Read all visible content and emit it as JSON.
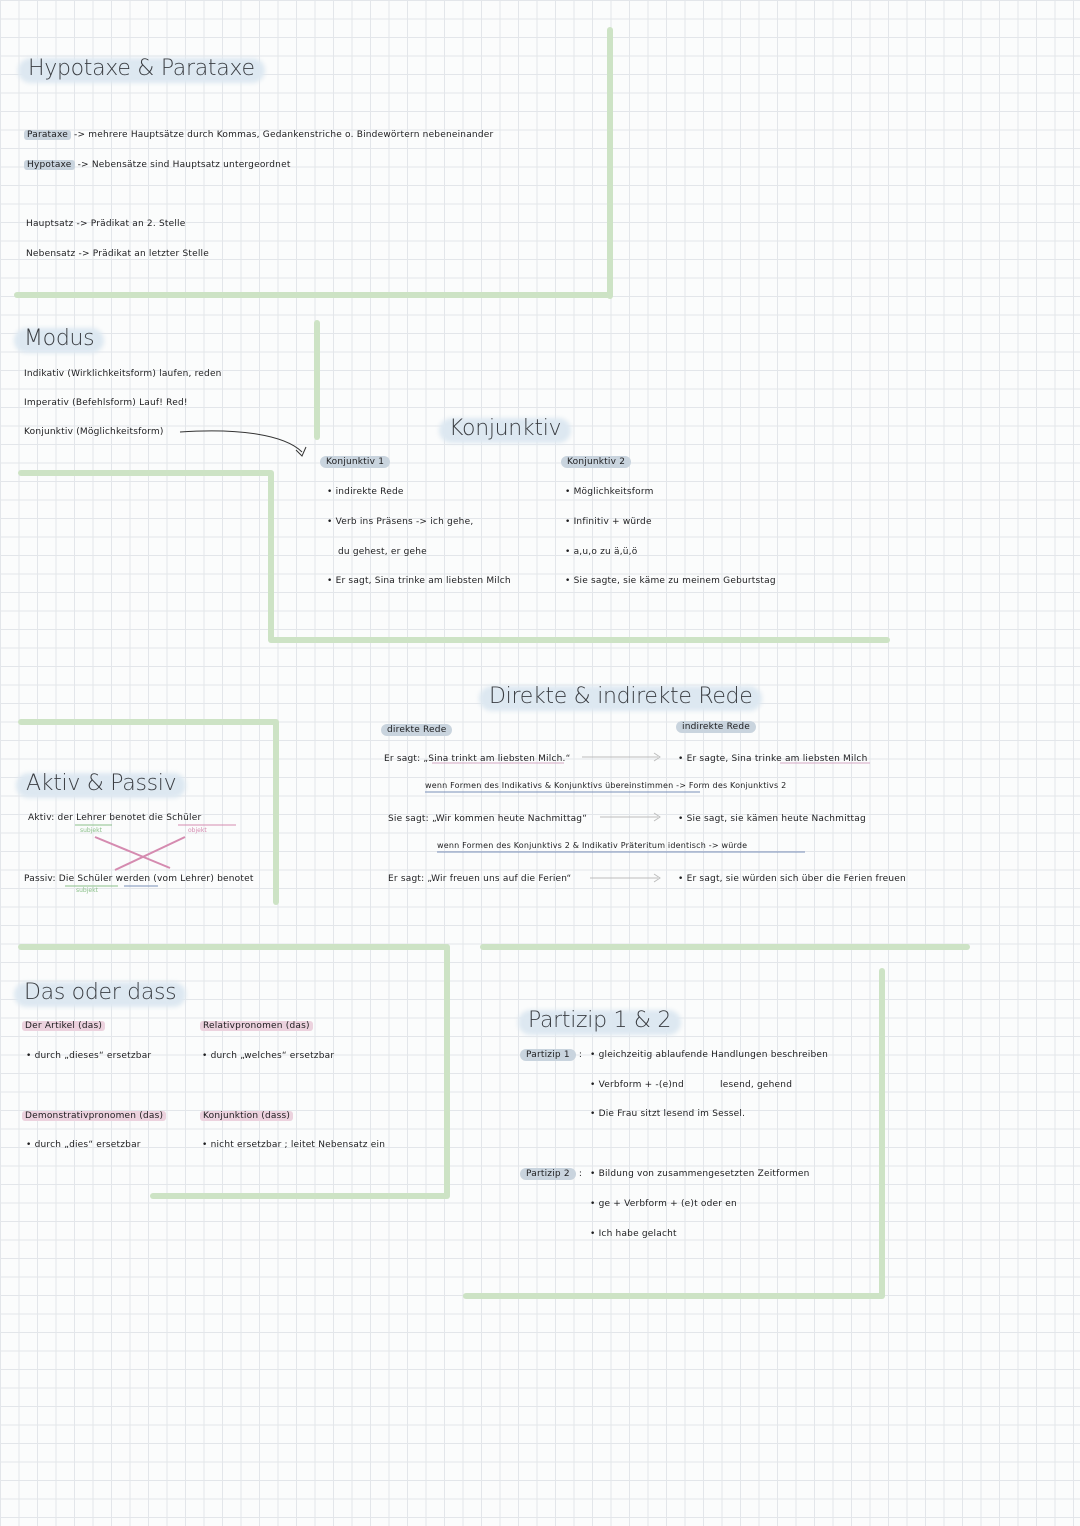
{
  "hypotaxe": {
    "title": "Hypotaxe & Parataxe",
    "parataxe_term": "Parataxe",
    "parataxe_text": "-> mehrere Hauptsätze durch Kommas, Gedankenstriche o. Bindewörtern nebeneinander",
    "hypotaxe_term": "Hypotaxe",
    "hypotaxe_text": "-> Nebensätze sind Hauptsatz untergeordnet",
    "hauptsatz": "Hauptsatz -> Prädikat an 2. Stelle",
    "nebensatz": "Nebensatz -> Prädikat an letzter Stelle"
  },
  "modus": {
    "title": "Modus",
    "indikativ": "Indikativ (Wirklichkeitsform) laufen, reden",
    "imperativ": "Imperativ (Befehlsform) Lauf! Red!",
    "konjunktiv": "Konjunktiv (Möglichkeitsform)"
  },
  "konjunktiv": {
    "title": "Konjunktiv",
    "k1_label": "Konjunktiv 1",
    "k1_items": [
      "indirekte Rede",
      "Verb ins Präsens -> ich gehe,",
      "du gehest, er gehe",
      "Er sagt, Sina trinke am liebsten Milch"
    ],
    "k2_label": "Konjunktiv 2",
    "k2_items": [
      "Möglichkeitsform",
      "Infinitiv + würde",
      "a,u,o zu ä,ü,ö",
      "Sie sagte, sie käme zu meinem Geburtstag"
    ]
  },
  "rede": {
    "title": "Direkte & indirekte Rede",
    "direkt_label": "direkte Rede",
    "indirekt_label": "indirekte Rede",
    "d1": "Er sagt: „Sina trinkt am liebsten Milch.“",
    "i1": "Er sagte, Sina trinke am liebsten Milch",
    "note1": "wenn Formen des Indikativs & Konjunktivs übereinstimmen -> Form des Konjunktivs 2",
    "d2": "Sie sagt: „Wir kommen heute Nachmittag“",
    "i2": "Sie sagt, sie kämen heute Nachmittag",
    "note2": "wenn Formen des Konjunktivs 2 & Indikativ Präteritum identisch -> würde",
    "d3": "Er sagt: „Wir freuen uns auf die Ferien“",
    "i3": "Er sagt, sie würden sich über die Ferien freuen"
  },
  "aktiv": {
    "title": "Aktiv & Passiv",
    "aktiv_prefix": "Aktiv:",
    "aktiv_subject": "der Lehrer",
    "aktiv_verb": "benotet",
    "aktiv_object": "die Schüler",
    "subjekt": "subjekt",
    "objekt": "objekt",
    "passiv_prefix": "Passiv:",
    "passiv_subject": "Die Schüler",
    "passiv_rest": "werden (vom Lehrer) benotet"
  },
  "dass": {
    "title": "Das oder dass",
    "artikel_label": "Der Artikel (das)",
    "artikel_item": "durch „dieses“ ersetzbar",
    "relativ_label": "Relativpronomen (das)",
    "relativ_item": "durch „welches“ ersetzbar",
    "demo_label": "Demonstrativpronomen (das)",
    "demo_item": "durch „dies“ ersetzbar",
    "konj_label": "Konjunktion (dass)",
    "konj_item": "nicht ersetzbar ; leitet Nebensatz ein"
  },
  "partizip": {
    "title": "Partizip 1 & 2",
    "p1_label": "Partizip 1",
    "p1_desc": "gleichzeitig ablaufende Handlungen beschreiben",
    "p1_form": "Verbform + -(e)nd",
    "p1_example_words": "lesend, gehend",
    "p1_sentence": "Die Frau sitzt lesend im Sessel.",
    "p2_label": "Partizip 2",
    "p2_desc": "Bildung von zusammengesetzten Zeitformen",
    "p2_form": "ge + Verbform + (e)t oder en",
    "p2_sentence": "Ich habe gelacht"
  },
  "colors": {
    "green": "#cde3c5",
    "blue_highlight": "#c9d4de",
    "pink_highlight": "#ecd2de"
  }
}
